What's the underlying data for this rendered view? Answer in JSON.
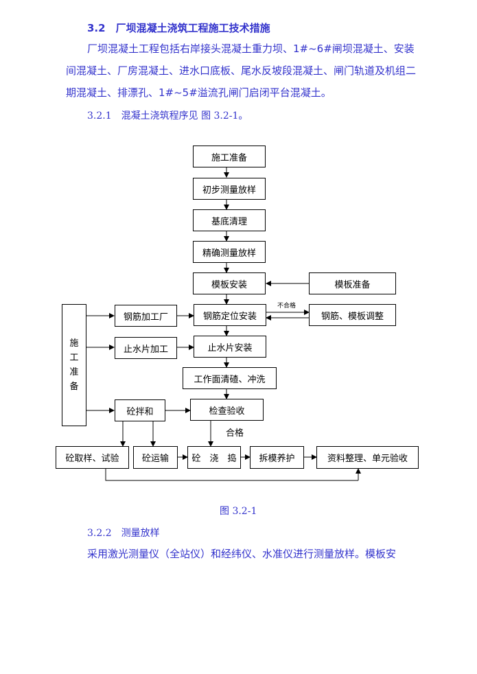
{
  "heading": "3.2　厂坝混凝土浇筑工程施工技术措施",
  "intro_text": "厂坝混凝土工程包括右岸接头混凝土重力坝、1#~6#闸坝混凝土、安装间混凝土、厂房混凝土、进水口底板、尾水反坡段混凝土、闸门轨道及机组二期混凝土、排漂孔、1#~5#溢流孔闸门启闭平台混凝土。",
  "section_321": "3.2.1　混凝土浇筑程序见 图 3.2-1。",
  "flowchart": {
    "prep": "施工准备",
    "initial_survey": "初步测量放样",
    "foundation_clean": "基底清理",
    "precise_survey": "精确测量放样",
    "formwork_install": "模板安装",
    "formwork_prep": "模板准备",
    "rebar_factory": "钢筋加工厂",
    "rebar_position": "钢筋定位安装",
    "rebar_adjust": "钢筋、模板调整",
    "waterstop_process": "止水片加工",
    "waterstop_install": "止水片安装",
    "surface_clean": "工作面清碴、冲洗",
    "mixing": "砼拌和",
    "inspect": "检查验收",
    "sampling": "砼取样、试验",
    "transport": "砼运输",
    "pouring": "砼　浇　捣",
    "curing": "拆模养护",
    "records": "资料整理、单元验收",
    "side_prep": [
      "施",
      "工",
      "准",
      "备"
    ],
    "fail_label": "不合格",
    "pass_label": "合格"
  },
  "caption": "图 3.2-1",
  "section_322": "3.2.2　测量放样",
  "survey_text": "采用激光测量仪（全站仪）和经纬仪、水准仪进行测量放样。模板安"
}
